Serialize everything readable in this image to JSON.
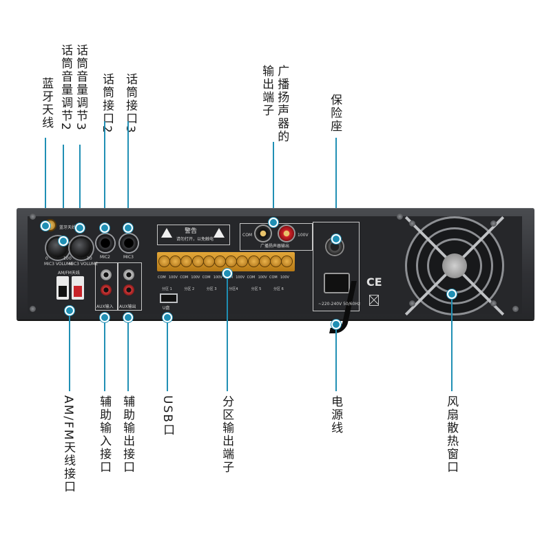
{
  "top_labels": {
    "bluetooth_antenna": "蓝牙天线",
    "mic_volume_2": "话筒音量调节2",
    "mic_volume_3": "话筒音量调节3",
    "mic_port_2": "话筒接口2",
    "mic_port_3": "话筒接口3",
    "speaker_output": "广播扬声器的输出端子",
    "fuse_holder": "保险座"
  },
  "bottom_labels": {
    "am_fm_antenna": "AM/FM天线接口",
    "aux_input": "辅助输入接口",
    "aux_output": "辅助输出接口",
    "usb": "USB口",
    "zone_output": "分区输出端子",
    "power_cord": "电源线",
    "fan_vent": "风扇散热窗口"
  },
  "panel": {
    "bt_antenna_print": "蓝牙天线",
    "mic2_vol_print": "MIC3 VOLUME",
    "mic3_vol_print": "MIC3 VOLUME",
    "knob_min": "0",
    "knob_max": "10",
    "mic2_print": "MIC2",
    "mic3_print": "MIC3",
    "am_fm_print": "AM/FM天线",
    "aux_in_print": "AUX输入",
    "aux_out_print": "AUX输出",
    "warning_title": "警告",
    "warning_text": "请勿打开，以免触电",
    "com_print": "COM",
    "v100_print": "100V",
    "speaker_print": "广播扬声器输出",
    "usb_print": "U盘",
    "zones": [
      {
        "com": "COM",
        "v": "100V",
        "name": "分区 1"
      },
      {
        "com": "COM",
        "v": "100V",
        "name": "分区 2"
      },
      {
        "com": "COM",
        "v": "100V",
        "name": "分区 3"
      },
      {
        "com": "COM",
        "v": "100V",
        "name": "分区4"
      },
      {
        "com": "COM",
        "v": "100V",
        "name": "分区 5"
      },
      {
        "com": "COM",
        "v": "100V",
        "name": "分区 6"
      }
    ],
    "power_print": "~220-240V 50/60Hz",
    "ce_mark": "CE"
  },
  "colors": {
    "callout_line": "#1f8fb4",
    "panel": "#2b2c2f",
    "terminal_gold": "#d9a23a",
    "speaker_red": "#d2232a"
  }
}
